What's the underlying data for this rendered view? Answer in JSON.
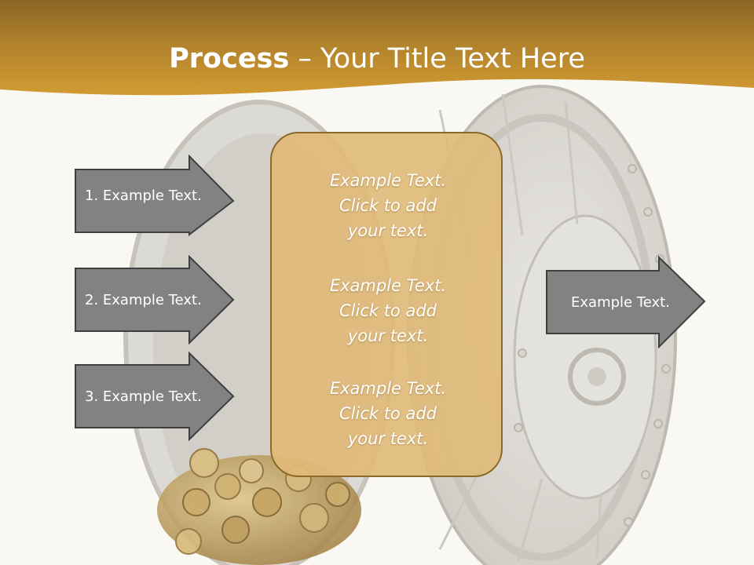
{
  "title": {
    "bold": "Process",
    "rest": " – Your Title Text Here"
  },
  "left_arrows": [
    {
      "label": "1. Example Text."
    },
    {
      "label": "2. Example Text."
    },
    {
      "label": "3. Example Text."
    }
  ],
  "right_arrow": {
    "label": "Example Text."
  },
  "center_box": {
    "paragraphs": [
      {
        "lines": [
          "Example Text.",
          "Click  to add",
          "your text."
        ]
      },
      {
        "lines": [
          "Example Text.",
          "Click  to add",
          "your text."
        ]
      },
      {
        "lines": [
          "Example Text.",
          "Click  to add",
          "your text."
        ]
      }
    ]
  },
  "colors": {
    "header_gold": "#c8972e",
    "header_dark": "#8a6524",
    "arrow_fill": "#828282",
    "arrow_stroke": "#3f3f3f",
    "box_fill": "#e0ba78",
    "box_stroke": "#8a6a2a",
    "background": "#faf8f2"
  },
  "icons": [
    "vault-door-image",
    "gold-coins-image"
  ]
}
